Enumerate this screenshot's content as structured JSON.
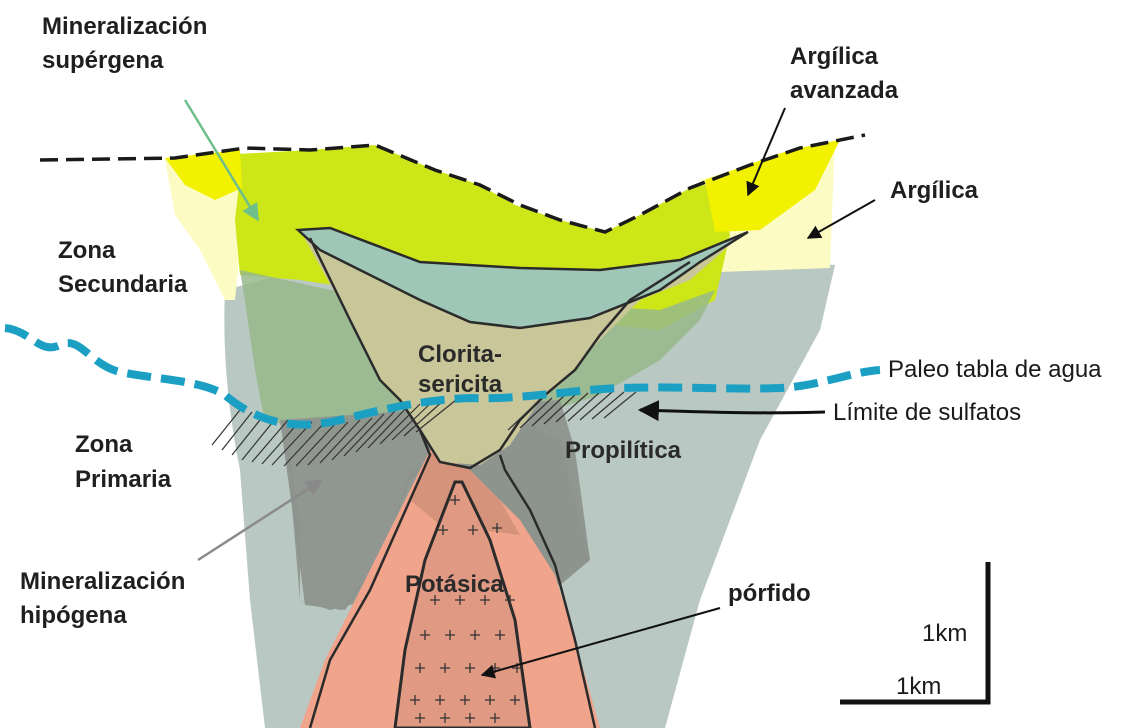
{
  "labels": {
    "supergene_line1": "Mineralización",
    "supergene_line2": "supérgena",
    "adv_argillic_line1": "Argílica",
    "adv_argillic_line2": "avanzada",
    "argillic": "Argílica",
    "secondary_line1": "Zona",
    "secondary_line2": "Secundaria",
    "chlorite_line1": "Clorita-",
    "chlorite_line2": "sericita",
    "paleo_water_table": "Paleo tabla de agua",
    "sulfide_limit": "Límite de sulfatos",
    "primary_line1": "Zona",
    "primary_line2": "Primaria",
    "propylitic": "Propilítica",
    "hypogene_line1": "Mineralización",
    "hypogene_line2": "hipógena",
    "potassic": "Potásica",
    "porphyry": "pórfido",
    "scale_vertical": "1km",
    "scale_horizontal": "1km"
  },
  "colors": {
    "advanced_argillic": "#f2f200",
    "argillic": "#fdfbc4",
    "supergene_zone": "#cde618",
    "chlorite_sericite": "#c9c79a",
    "leached_cap": "#9fc7b8",
    "propylitic": "#b9c8c2",
    "hypogene": "#8d938d",
    "potassic": "#f0a48c",
    "porphyry": "#d4927c",
    "water_table": "#1ba0c4",
    "green_arrow": "#6fbf8a",
    "outline": "#2b2b2b"
  }
}
